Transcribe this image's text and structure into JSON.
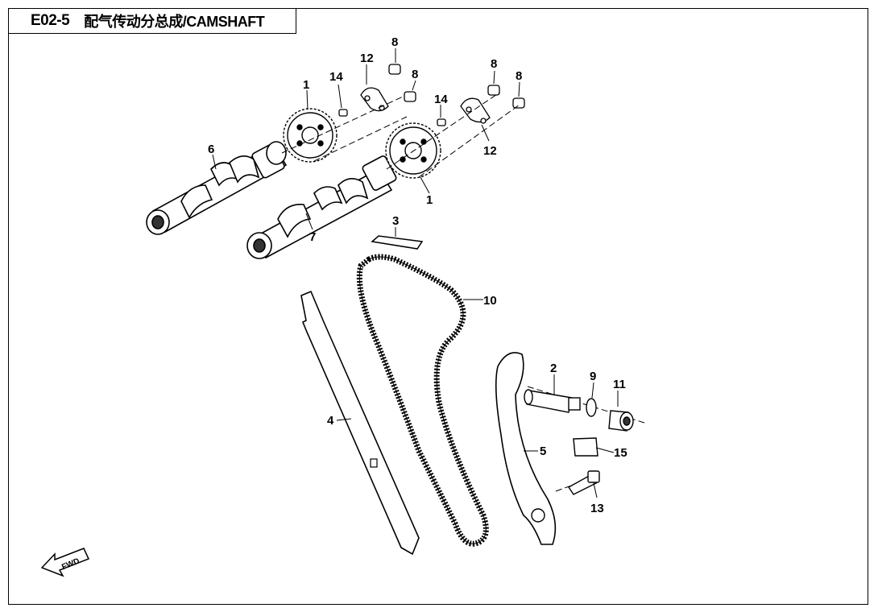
{
  "header": {
    "code": "E02-5",
    "name": "配气传动分总成/CAMSHAFT"
  },
  "callouts": {
    "p1_top": "1",
    "p1_bottom": "1",
    "p2": "2",
    "p3": "3",
    "p4": "4",
    "p5": "5",
    "p6": "6",
    "p7": "7",
    "p8_a": "8",
    "p8_b": "8",
    "p8_c": "8",
    "p8_d": "8",
    "p9": "9",
    "p10": "10",
    "p11": "11",
    "p12_top": "12",
    "p12_bottom": "12",
    "p13": "13",
    "p14_left": "14",
    "p14_right": "14",
    "p15": "15"
  },
  "direction_marker": {
    "label": "FWD",
    "icon": "forward-arrow-icon"
  }
}
